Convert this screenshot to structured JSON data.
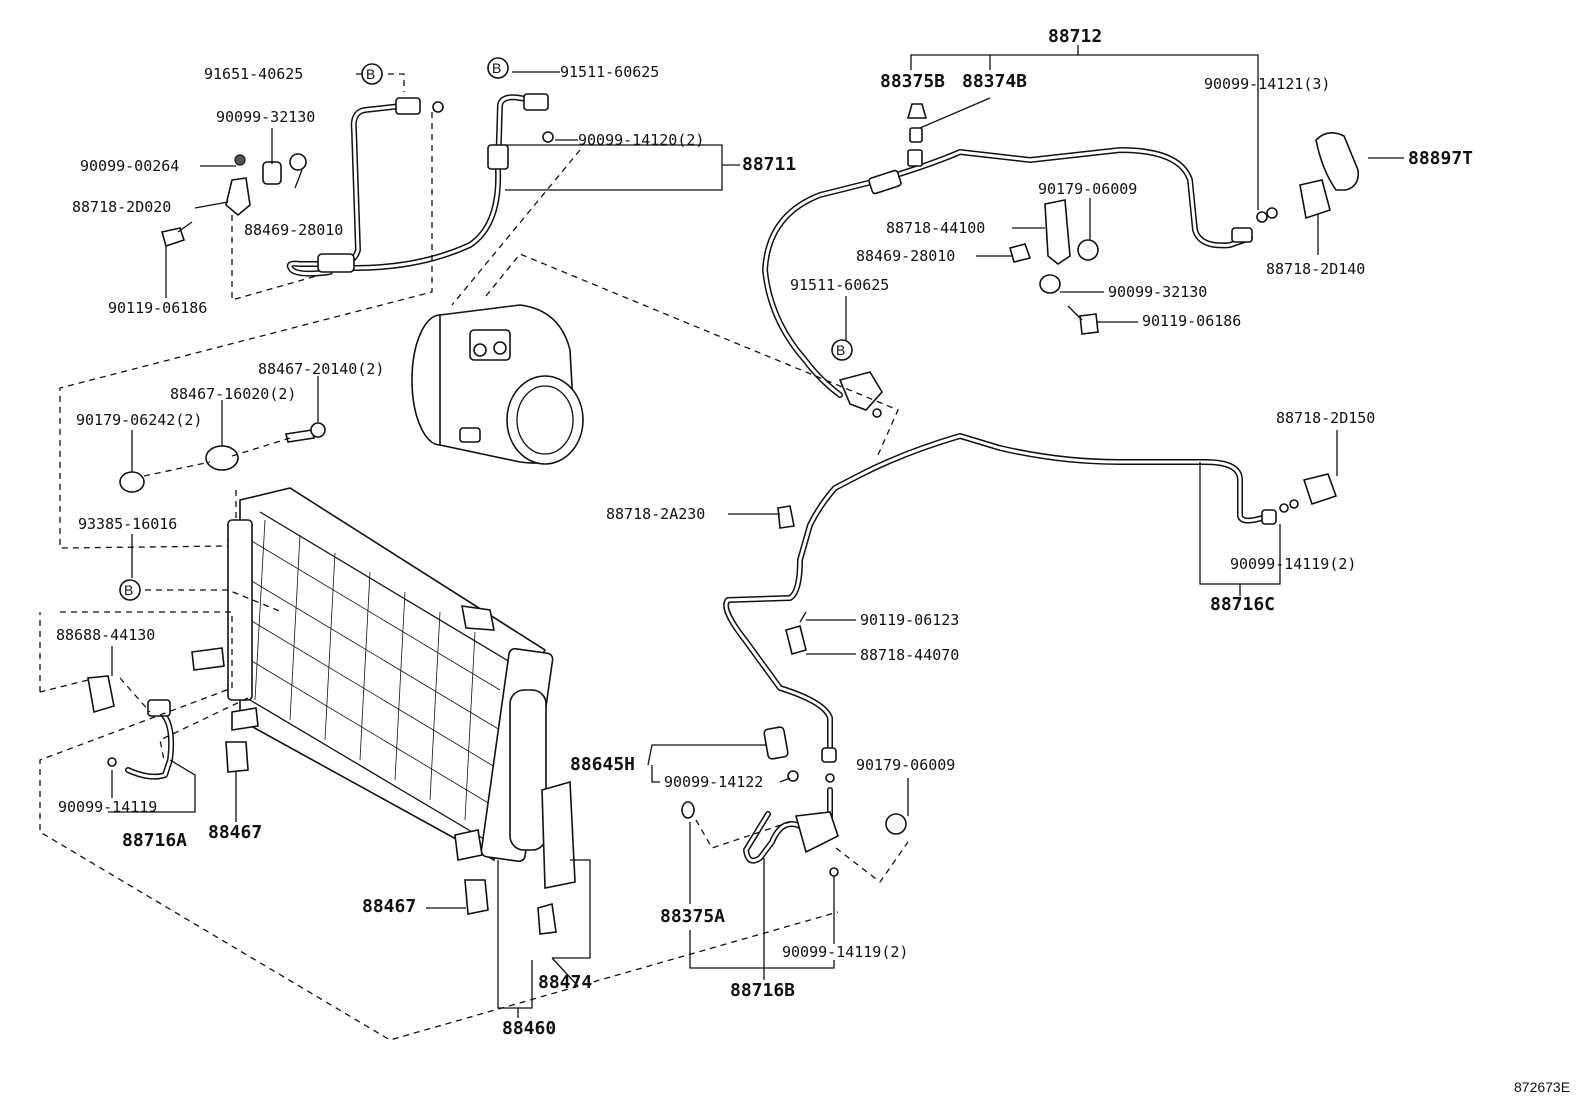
{
  "diagram_id": "872673E",
  "labels": {
    "p88712": "88712",
    "p88375B": "88375B",
    "p88374B": "88374B",
    "p90099_14121": "90099-14121(3)",
    "p88897T": "88897T",
    "p90179_06009_top": "90179-06009",
    "p88718_44100": "88718-44100",
    "p88469_28010_right": "88469-28010",
    "p91511_60625_right": "91511-60625",
    "p90099_32130_right": "90099-32130",
    "p90119_06186_right": "90119-06186",
    "p88718_2D140": "88718-2D140",
    "p91651_40625": "91651-40625",
    "p91511_60625_top": "91511-60625",
    "p90099_32130_left": "90099-32130",
    "p90099_14120": "90099-14120(2)",
    "p88711": "88711",
    "p90099_00264": "90099-00264",
    "p88718_2D020": "88718-2D020",
    "p88469_28010_left": "88469-28010",
    "p90119_06186_left": "90119-06186",
    "p88467_20140": "88467-20140(2)",
    "p88467_16020": "88467-16020(2)",
    "p90179_06242": "90179-06242(2)",
    "p93385_16016": "93385-16016",
    "p88718_2D150": "88718-2D150",
    "p88718_2A230": "88718-2A230",
    "p90099_14119_c": "90099-14119(2)",
    "p88716C": "88716C",
    "p90119_06123": "90119-06123",
    "p88718_44070": "88718-44070",
    "p88688_44130": "88688-44130",
    "p90099_14119_a": "90099-14119",
    "p88716A": "88716A",
    "p88467_mid": "88467",
    "p88645H": "88645H",
    "p90099_14122": "90099-14122",
    "p90179_06009_bottom": "90179-06009",
    "p88467_low": "88467",
    "p88375A": "88375A",
    "p90099_14119_b": "90099-14119(2)",
    "p88474": "88474",
    "p88716B": "88716B",
    "p88460": "88460"
  },
  "callout_marker": "B"
}
